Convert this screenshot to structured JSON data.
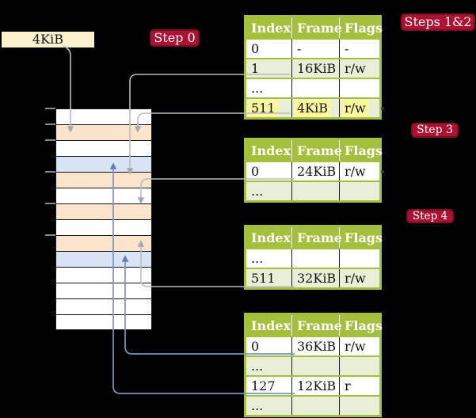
{
  "page_size_label": "4KiB",
  "badges": [
    {
      "label": "Step 0"
    },
    {
      "label": "Steps 1&2"
    },
    {
      "label": "Step 3"
    },
    {
      "label": "Step 4"
    }
  ],
  "memory": {
    "rows": [
      "white",
      "orange",
      "white",
      "blue",
      "orange",
      "white",
      "orange",
      "white",
      "orange",
      "blue",
      "white",
      "white",
      "white",
      "white"
    ]
  },
  "tables": [
    {
      "headers": [
        "Index",
        "Frame",
        "Flags"
      ],
      "rows": [
        [
          "0",
          "-",
          "-"
        ],
        [
          "1",
          "16KiB",
          "r/w"
        ],
        [
          "...",
          "",
          ""
        ],
        [
          "511",
          "4KiB",
          "r/w"
        ]
      ],
      "highlight_row": 3
    },
    {
      "headers": [
        "Index",
        "Frame",
        "Flags"
      ],
      "rows": [
        [
          "0",
          "24KiB",
          "r/w"
        ],
        [
          "...",
          "",
          ""
        ]
      ]
    },
    {
      "headers": [
        "Index",
        "Frame",
        "Flags"
      ],
      "rows": [
        [
          "...",
          "",
          ""
        ],
        [
          "511",
          "32KiB",
          "r/w"
        ]
      ]
    },
    {
      "headers": [
        "Index",
        "Frame",
        "Flags"
      ],
      "rows": [
        [
          "0",
          "36KiB",
          "r/w"
        ],
        [
          "...",
          "",
          ""
        ],
        [
          "127",
          "12KiB",
          "r"
        ],
        [
          "...",
          "",
          ""
        ]
      ]
    }
  ],
  "colors": {
    "background": "#000000",
    "table_green": "#a3bf3b",
    "row_green": "#e9efd6",
    "frame_orange": "#fce4cb",
    "frame_blue": "#d8e4f4",
    "label_cream": "#fbf1cf",
    "badge_red": "#ae1233",
    "highlight_yellow": "#fcf79c",
    "arrow_gray": "#b9bcc0",
    "arrow_blue": "#7a95c3"
  }
}
